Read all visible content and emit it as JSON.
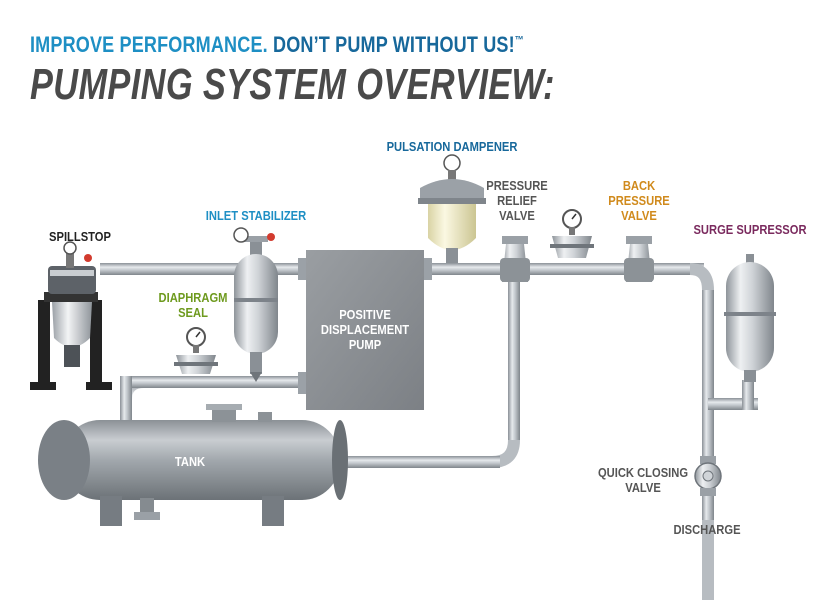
{
  "header": {
    "tagline_part1": "IMPROVE PERFORMANCE.",
    "tagline_part2": "DON’T PUMP WITHOUT US!",
    "trademark": "™",
    "title": "PUMPING SYSTEM OVERVIEW:"
  },
  "components": {
    "spillstop": {
      "line1": "SPILLSTOP"
    },
    "inlet_stabilizer": {
      "line1": "INLET STABILIZER"
    },
    "diaphragm_seal": {
      "line1": "DIAPHRAGM",
      "line2": "SEAL"
    },
    "pump": {
      "line1": "POSITIVE",
      "line2": "DISPLACEMENT",
      "line3": "PUMP"
    },
    "pulsation_dampener": {
      "line1": "PULSATION DAMPENER"
    },
    "pressure_relief_valve": {
      "line1": "PRESSURE",
      "line2": "RELIEF",
      "line3": "VALVE"
    },
    "back_pressure_valve": {
      "line1": "BACK",
      "line2": "PRESSURE",
      "line3": "VALVE"
    },
    "surge_suppressor": {
      "line1": "SURGE SUPRESSOR"
    },
    "tank": {
      "line1": "TANK"
    },
    "quick_closing_valve": {
      "line1": "QUICK CLOSING",
      "line2": "VALVE"
    },
    "discharge": {
      "line1": "DISCHARGE"
    }
  },
  "colors": {
    "blue_light": "#1e8fc4",
    "blue_dark": "#17689b",
    "green": "#6e9a1e",
    "orange": "#d08a1c",
    "purple": "#7a2a5e",
    "gray_text": "#555555",
    "steel": "#a9b0b7",
    "pump_box": "#8d9196"
  }
}
